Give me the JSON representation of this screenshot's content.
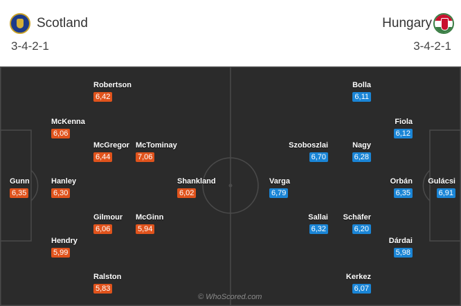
{
  "home": {
    "name": "Scotland",
    "formation": "3-4-2-1",
    "crest_icon": "scotland-crest-icon",
    "rating_color": "#e0531c",
    "players": [
      {
        "name": "Robertson",
        "rating": "6,42"
      },
      {
        "name": "McKenna",
        "rating": "6,06"
      },
      {
        "name": "McGregor",
        "rating": "6,44"
      },
      {
        "name": "McTominay",
        "rating": "7,06"
      },
      {
        "name": "Gunn",
        "rating": "6,35"
      },
      {
        "name": "Hanley",
        "rating": "6,30"
      },
      {
        "name": "Shankland",
        "rating": "6,02"
      },
      {
        "name": "Gilmour",
        "rating": "6,06"
      },
      {
        "name": "McGinn",
        "rating": "5,94"
      },
      {
        "name": "Hendry",
        "rating": "5,99"
      },
      {
        "name": "Ralston",
        "rating": "5,83"
      }
    ]
  },
  "away": {
    "name": "Hungary",
    "formation": "3-4-2-1",
    "crest_icon": "hungary-crest-icon",
    "rating_color": "#1a85d6",
    "players": [
      {
        "name": "Bolla",
        "rating": "6,11"
      },
      {
        "name": "Fiola",
        "rating": "6,12"
      },
      {
        "name": "Szoboszlai",
        "rating": "6,70"
      },
      {
        "name": "Nagy",
        "rating": "6,28"
      },
      {
        "name": "Varga",
        "rating": "6,79"
      },
      {
        "name": "Orbán",
        "rating": "6,35"
      },
      {
        "name": "Gulácsi",
        "rating": "6,91"
      },
      {
        "name": "Sallai",
        "rating": "6,32"
      },
      {
        "name": "Schäfer",
        "rating": "6,20"
      },
      {
        "name": "Dárdai",
        "rating": "5,98"
      },
      {
        "name": "Kerkez",
        "rating": "6,07"
      }
    ]
  },
  "watermark": "© WhoScored.com",
  "pitch_color": "#2b2b2b"
}
